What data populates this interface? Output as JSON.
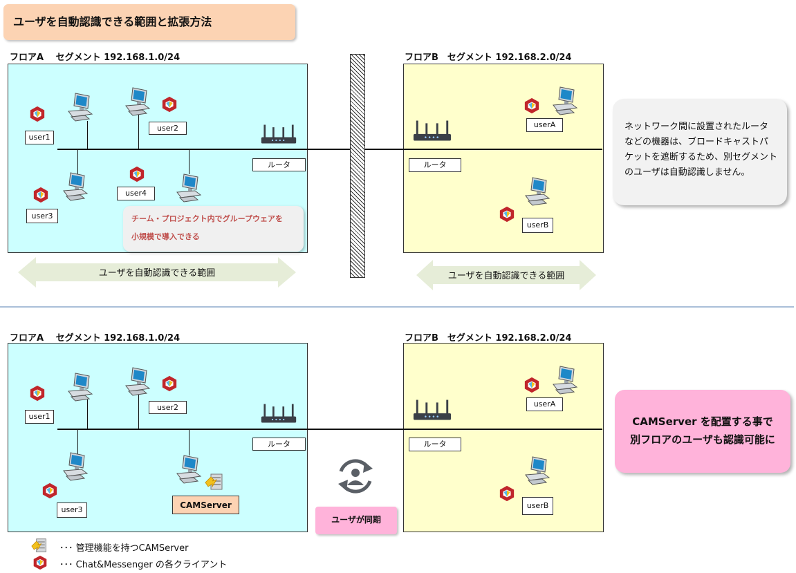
{
  "title": "ユーザを自動認識できる範囲と拡張方法",
  "top": {
    "floorA_label": "フロアA　 セグメント 192.168.1.0/24",
    "floorB_label": "フロアB　セグメント 192.168.2.0/24",
    "users": [
      "user1",
      "user2",
      "user3",
      "user4",
      "userA",
      "userB"
    ],
    "router_label": "ルータ",
    "callout_line1": "チーム・プロジェクト内でグループウェアを",
    "callout_line2": "小規模で導入できる",
    "range_label": "ユーザを自動認識できる範囲",
    "note_lines": [
      "ネットワーク間に設置されたルータ",
      "などの機器は、ブロードキャストパ",
      "ケットを遮断するため、別セグメント",
      "のユーザは自動認識しません。"
    ]
  },
  "bottom": {
    "floorA_label": "フロアA　 セグメント 192.168.1.0/24",
    "floorB_label": "フロアB　セグメント 192.168.2.0/24",
    "users": [
      "user1",
      "user2",
      "user3",
      "userA",
      "userB"
    ],
    "router_label": "ルータ",
    "camserver_label": "CAMServer",
    "sync_label": "ユーザが同期",
    "note_line1": "CAMServer を配置する事で",
    "note_line2": "別フロアのユーザも認識可能に"
  },
  "legend": {
    "camserver": "･･･ 管理機能を持つCAMServer",
    "client": "･･･ Chat&Messenger の各クライアント"
  },
  "colors": {
    "floorA": "#ccffff",
    "floorB": "#ffffcc",
    "title_bg": "#fcd3b3",
    "pink": "#ffb3da",
    "callout_text": "#c0504d"
  }
}
